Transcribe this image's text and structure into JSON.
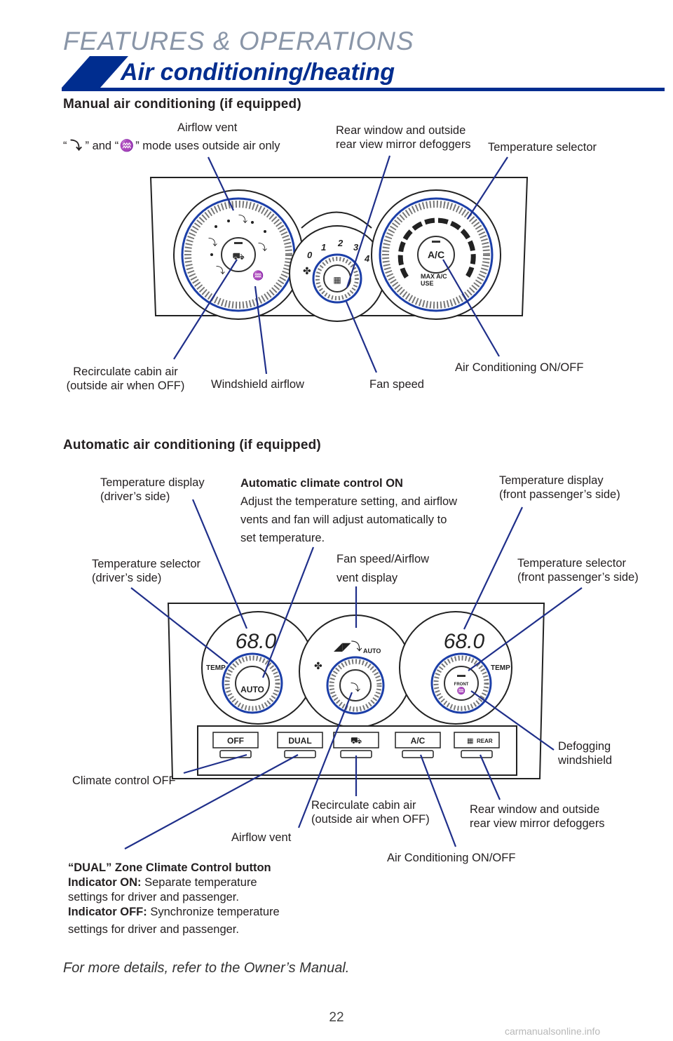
{
  "header": {
    "section_title": "FEATURES & OPERATIONS",
    "page_heading": "Air conditioning/heating"
  },
  "manual": {
    "heading": "Manual air conditioning (if equipped)",
    "labels": {
      "airflow_vent_line1": "Airflow vent",
      "airflow_vent_line2_pre": "“",
      "airflow_vent_line2_mid": "” and “",
      "airflow_vent_line2_post": "” mode uses outside air only",
      "rear_defog_line1": "Rear window and outside",
      "rear_defog_line2": "rear view mirror defoggers",
      "temp_selector": "Temperature selector",
      "recirculate_line1": "Recirculate cabin air",
      "recirculate_line2": "(outside air when OFF)",
      "windshield_airflow": "Windshield airflow",
      "fan_speed": "Fan speed",
      "ac_onoff": "Air Conditioning ON/OFF"
    },
    "panel": {
      "fan_numbers": [
        "0",
        "1",
        "2",
        "3",
        "4"
      ],
      "ac_button": "A/C",
      "max_ac_line1": "MAX A/C",
      "max_ac_line2": "USE"
    }
  },
  "automatic": {
    "heading": "Automatic air conditioning (if equipped)",
    "labels": {
      "temp_display_driver_line1": "Temperature display",
      "temp_display_driver_line2": "(driver’s side)",
      "auto_on_title": "Automatic climate control ON",
      "auto_on_line1": "Adjust the temperature setting, and airflow",
      "auto_on_line2": "vents and fan will adjust automatically to",
      "auto_on_line3": "set temperature.",
      "temp_display_pass_line1": "Temperature display",
      "temp_display_pass_line2": "(front passenger’s side)",
      "fan_display_line1": "Fan speed/Airflow",
      "fan_display_line2": "vent display",
      "temp_sel_driver_line1": "Temperature selector",
      "temp_sel_driver_line2": "(driver’s side)",
      "temp_sel_pass_line1": "Temperature selector",
      "temp_sel_pass_line2": "(front passenger’s side)",
      "defog_line1": "Defogging",
      "defog_line2": "windshield",
      "climate_off": "Climate control OFF",
      "recirculate_line1": "Recirculate cabin air",
      "recirculate_line2": "(outside air when OFF)",
      "rear_defog_line1": "Rear window and outside",
      "rear_defog_line2": "rear view mirror defoggers",
      "airflow_vent": "Airflow vent",
      "ac_onoff": "Air Conditioning ON/OFF",
      "dual_title": "“DUAL” Zone Climate Control button",
      "dual_on_label": "Indicator ON:",
      "dual_on_text": " Separate temperature",
      "dual_on_text2": "settings for driver and passenger.",
      "dual_off_label": "Indicator OFF:",
      "dual_off_text": " Synchronize temperature",
      "dual_off_text2": "settings for driver and passenger."
    },
    "panel": {
      "driver_temp": "68.0",
      "passenger_temp": "68.0",
      "temp_label": "TEMP",
      "auto_button": "AUTO",
      "auto_indicator": "AUTO",
      "front_label": "FRONT",
      "buttons": [
        "OFF",
        "DUAL",
        "",
        "A/C",
        "REAR"
      ]
    }
  },
  "footer": {
    "note": "For more details, refer to the Owner’s Manual.",
    "page_number": "22",
    "watermark": "carmanualsonline.info"
  },
  "colors": {
    "brand_blue": "#002d8f",
    "dial_blue": "#1c3fa8",
    "heading_gray": "#8a96a8"
  }
}
